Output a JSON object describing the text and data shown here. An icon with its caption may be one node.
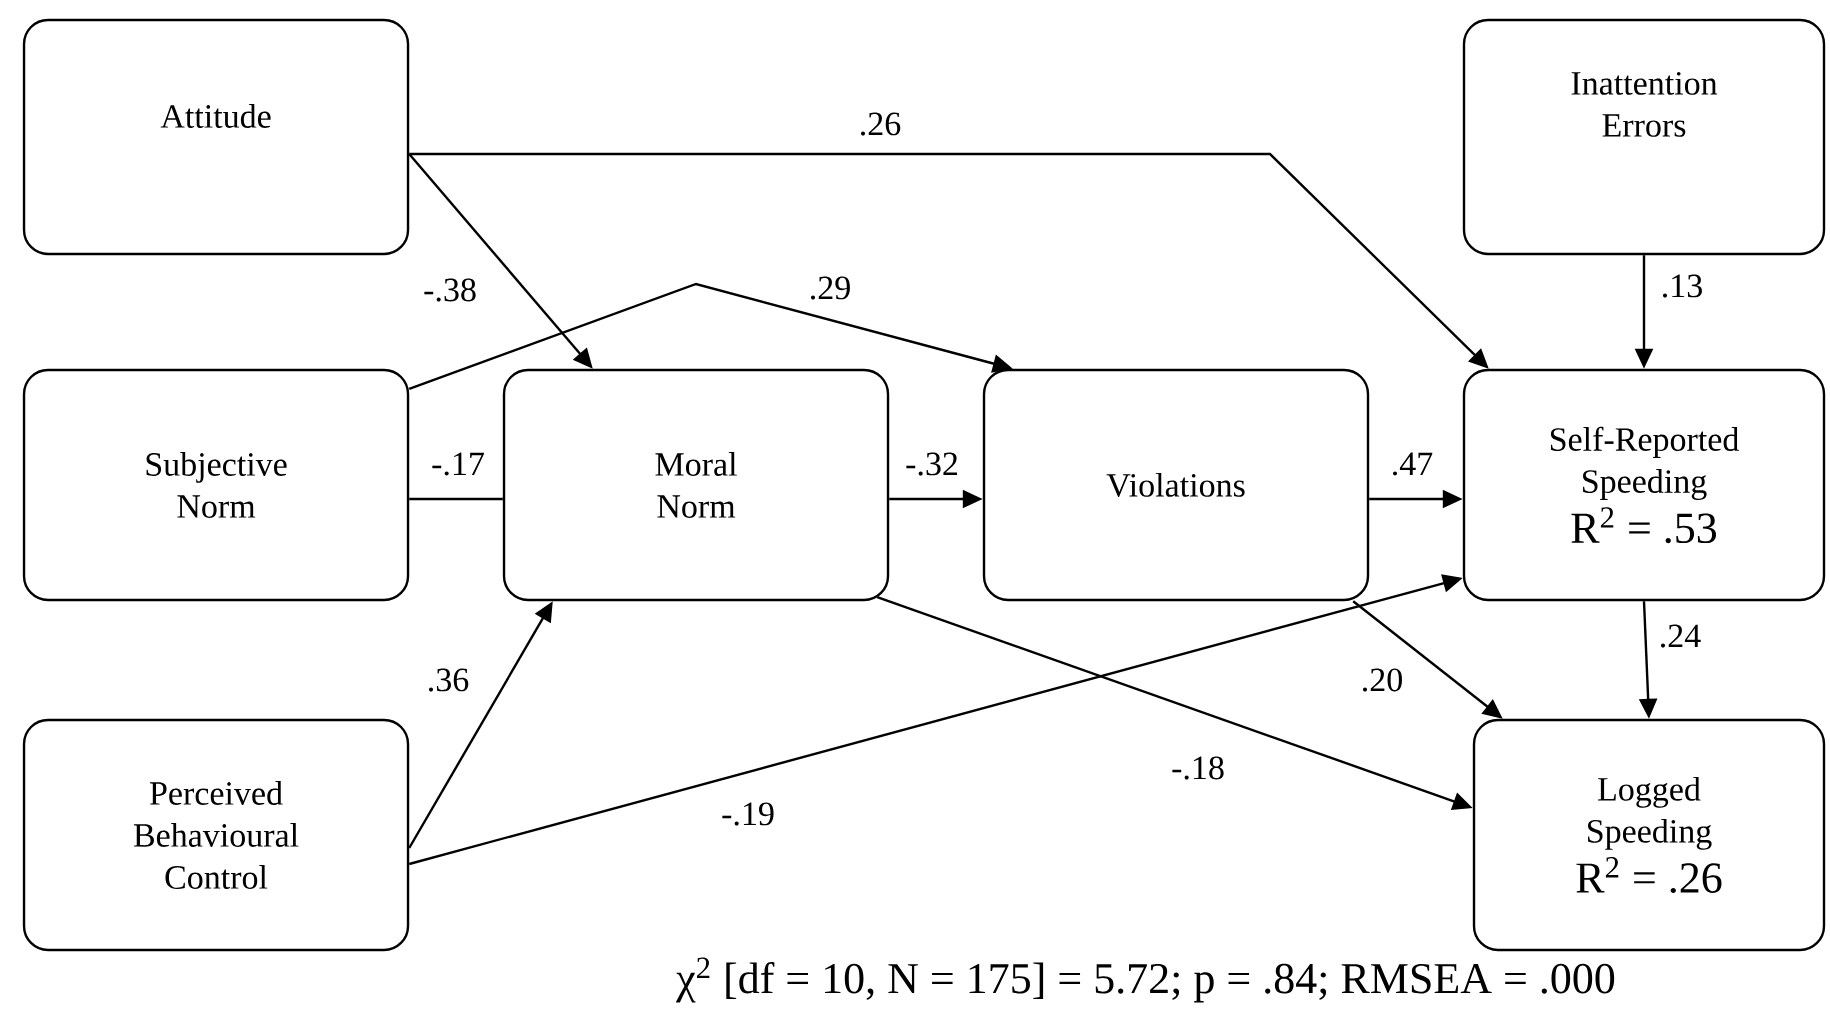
{
  "diagram": {
    "caption": "χ$^{2}$ [df = 10, N = 175] = 5.72; p = .84; RMSEA = .000",
    "nodes": [
      {
        "text": [
          "Attitude"
        ]
      },
      {
        "text": [
          "Subjective Norm"
        ]
      },
      {
        "text": [
          "Moral Norm"
        ]
      },
      {
        "text": [
          "Violations"
        ]
      },
      {
        "text": [
          "Inattention Errors"
        ]
      },
      {
        "text": [
          "Self-Reported Speeding",
          "R$^{2}$ = .53"
        ]
      },
      {
        "text": [
          "Perceived Behavioural Control"
        ]
      },
      {
        "text": [
          "Logged Speeding",
          "R$^{2}$ = .26"
        ]
      }
    ],
    "edges": [
      {
        "from": 0,
        "to": 2,
        "arrow": "to",
        "label": "-.38"
      },
      {
        "from": 0,
        "to": 5,
        "arrow": "to",
        "label": ".26"
      },
      {
        "from": 1,
        "to": 3,
        "arrow": "to",
        "label": ".29"
      },
      {
        "from": 1,
        "to": 2,
        "arrow": "none",
        "label": "-.17"
      },
      {
        "from": 2,
        "to": 3,
        "arrow": "to",
        "label": "-.32"
      },
      {
        "from": 3,
        "to": 5,
        "arrow": "to",
        "label": ".47"
      },
      {
        "from": 4,
        "to": 5,
        "arrow": "to",
        "label": ".13"
      },
      {
        "from": 5,
        "to": 7,
        "arrow": "to",
        "label": ".24"
      },
      {
        "from": 3,
        "to": 7,
        "arrow": "to",
        "label": ".20"
      },
      {
        "from": 2,
        "to": 7,
        "arrow": "to",
        "label": "-.18"
      },
      {
        "from": 6,
        "to": 2,
        "arrow": "to",
        "label": ".36"
      },
      {
        "from": 6,
        "to": 5,
        "arrow": "to",
        "label": "-.19"
      }
    ]
  }
}
